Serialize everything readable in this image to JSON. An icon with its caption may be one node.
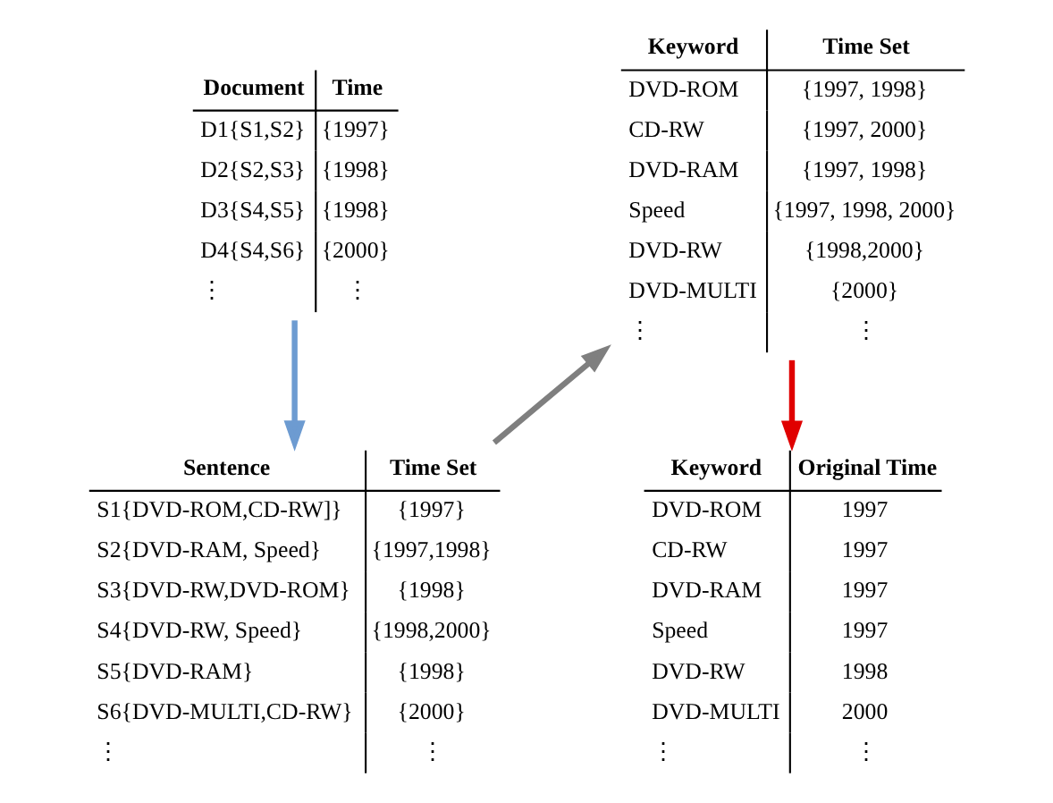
{
  "diagram": {
    "nodes": [
      {
        "text": [
          "Document",
          "Time",
          "D1{S1,S2}",
          "{1997}",
          "D2{S2,S3}",
          "{1998}",
          "D3{S4,S5}",
          "{1998}",
          "D4{S4,S6}",
          "{2000}",
          "⋮",
          "⋮"
        ]
      },
      {
        "text": [
          "Sentence",
          "Time Set",
          "S1{DVD-ROM,CD-RW]}",
          "{1997}",
          "S2{DVD-RAM, Speed}",
          "{1997,1998}",
          "S3{DVD-RW,DVD-ROM}",
          "{1998}",
          "S4{DVD-RW, Speed}",
          "{1998,2000}",
          "S5{DVD-RAM}",
          "{1998}",
          "S6{DVD-MULTI,CD-RW}",
          "{2000}",
          "⋮",
          "⋮"
        ]
      },
      {
        "text": [
          "Keyword",
          "Time Set",
          "DVD-ROM",
          "{1997, 1998}",
          "CD-RW",
          "{1997, 2000}",
          "DVD-RAM",
          "{1997, 1998}",
          "Speed",
          "{1997, 1998, 2000}",
          "DVD-RW",
          "{1998,2000}",
          "DVD-MULTI",
          "{2000}",
          "⋮",
          "⋮"
        ]
      },
      {
        "text": [
          "Keyword",
          "Original Time",
          "DVD-ROM",
          "1997",
          "CD-RW",
          "1997",
          "DVD-RAM",
          "1997",
          "Speed",
          "1997",
          "DVD-RW",
          "1998",
          "DVD-MULTI",
          "2000",
          "⋮",
          "⋮"
        ]
      }
    ],
    "edges": [
      {
        "from": 0,
        "to": 1,
        "arrow": "to",
        "color": "#6d9bd1"
      },
      {
        "from": 1,
        "to": 2,
        "arrow": "to",
        "color": "#7f7f7f"
      },
      {
        "from": 2,
        "to": 3,
        "arrow": "to",
        "color": "#e00000"
      }
    ]
  }
}
